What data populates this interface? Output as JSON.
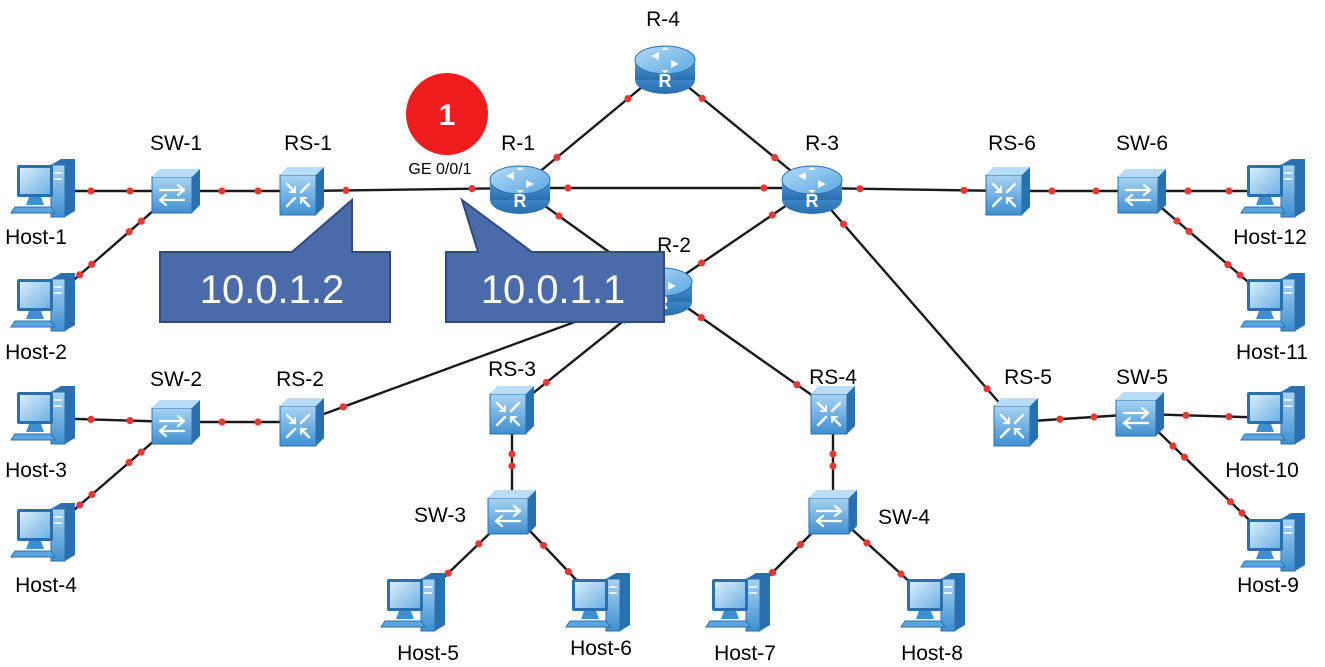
{
  "diagram": {
    "devices": [
      {
        "id": "R-1",
        "label": "R-1",
        "kind": "router"
      },
      {
        "id": "R-2",
        "label": "R-2",
        "kind": "router"
      },
      {
        "id": "R-3",
        "label": "R-3",
        "kind": "router"
      },
      {
        "id": "R-4",
        "label": "R-4",
        "kind": "router"
      },
      {
        "id": "RS-1",
        "label": "RS-1",
        "kind": "route-switch"
      },
      {
        "id": "RS-2",
        "label": "RS-2",
        "kind": "route-switch"
      },
      {
        "id": "RS-3",
        "label": "RS-3",
        "kind": "route-switch"
      },
      {
        "id": "RS-4",
        "label": "RS-4",
        "kind": "route-switch"
      },
      {
        "id": "RS-5",
        "label": "RS-5",
        "kind": "route-switch"
      },
      {
        "id": "RS-6",
        "label": "RS-6",
        "kind": "route-switch"
      },
      {
        "id": "SW-1",
        "label": "SW-1",
        "kind": "switch"
      },
      {
        "id": "SW-2",
        "label": "SW-2",
        "kind": "switch"
      },
      {
        "id": "SW-3",
        "label": "SW-3",
        "kind": "switch"
      },
      {
        "id": "SW-4",
        "label": "SW-4",
        "kind": "switch"
      },
      {
        "id": "SW-5",
        "label": "SW-5",
        "kind": "switch"
      },
      {
        "id": "SW-6",
        "label": "SW-6",
        "kind": "switch"
      },
      {
        "id": "Host-1",
        "label": "Host-1",
        "kind": "host"
      },
      {
        "id": "Host-2",
        "label": "Host-2",
        "kind": "host"
      },
      {
        "id": "Host-3",
        "label": "Host-3",
        "kind": "host"
      },
      {
        "id": "Host-4",
        "label": "Host-4",
        "kind": "host"
      },
      {
        "id": "Host-5",
        "label": "Host-5",
        "kind": "host"
      },
      {
        "id": "Host-6",
        "label": "Host-6",
        "kind": "host"
      },
      {
        "id": "Host-7",
        "label": "Host-7",
        "kind": "host"
      },
      {
        "id": "Host-8",
        "label": "Host-8",
        "kind": "host"
      },
      {
        "id": "Host-9",
        "label": "Host-9",
        "kind": "host"
      },
      {
        "id": "Host-10",
        "label": "Host-10",
        "kind": "host"
      },
      {
        "id": "Host-11",
        "label": "Host-11",
        "kind": "host"
      },
      {
        "id": "Host-12",
        "label": "Host-12",
        "kind": "host"
      }
    ],
    "links": [
      [
        "Host-1",
        "SW-1"
      ],
      [
        "Host-2",
        "SW-1"
      ],
      [
        "SW-1",
        "RS-1"
      ],
      [
        "RS-1",
        "R-1"
      ],
      [
        "R-1",
        "R-4"
      ],
      [
        "R-4",
        "R-3"
      ],
      [
        "R-1",
        "R-3"
      ],
      [
        "R-1",
        "R-2"
      ],
      [
        "R-3",
        "R-2"
      ],
      [
        "R-2",
        "RS-2"
      ],
      [
        "RS-2",
        "SW-2"
      ],
      [
        "SW-2",
        "Host-3"
      ],
      [
        "SW-2",
        "Host-4"
      ],
      [
        "R-2",
        "RS-3"
      ],
      [
        "RS-3",
        "SW-3"
      ],
      [
        "SW-3",
        "Host-5"
      ],
      [
        "SW-3",
        "Host-6"
      ],
      [
        "R-2",
        "RS-4"
      ],
      [
        "RS-4",
        "SW-4"
      ],
      [
        "SW-4",
        "Host-7"
      ],
      [
        "SW-4",
        "Host-8"
      ],
      [
        "R-3",
        "RS-5"
      ],
      [
        "RS-5",
        "SW-5"
      ],
      [
        "SW-5",
        "Host-10"
      ],
      [
        "SW-5",
        "Host-9"
      ],
      [
        "R-3",
        "RS-6"
      ],
      [
        "RS-6",
        "SW-6"
      ],
      [
        "SW-6",
        "Host-12"
      ],
      [
        "SW-6",
        "Host-11"
      ]
    ],
    "interface_label": "GE 0/0/1",
    "callouts": [
      {
        "id": "rs1-ip",
        "text": "10.0.1.2"
      },
      {
        "id": "r1-ip",
        "text": "10.0.1.1"
      }
    ],
    "badge": "1",
    "colors": {
      "link": "#1a1a1a",
      "port_dot": "#e53935",
      "callout_fill": "#4a6aaa",
      "callout_stroke": "#2e4a80",
      "badge_fill": "#ee1c1c",
      "device_light": "#8fc4ec",
      "device_mid": "#4a98d6",
      "device_dark": "#2a6fb0"
    }
  }
}
